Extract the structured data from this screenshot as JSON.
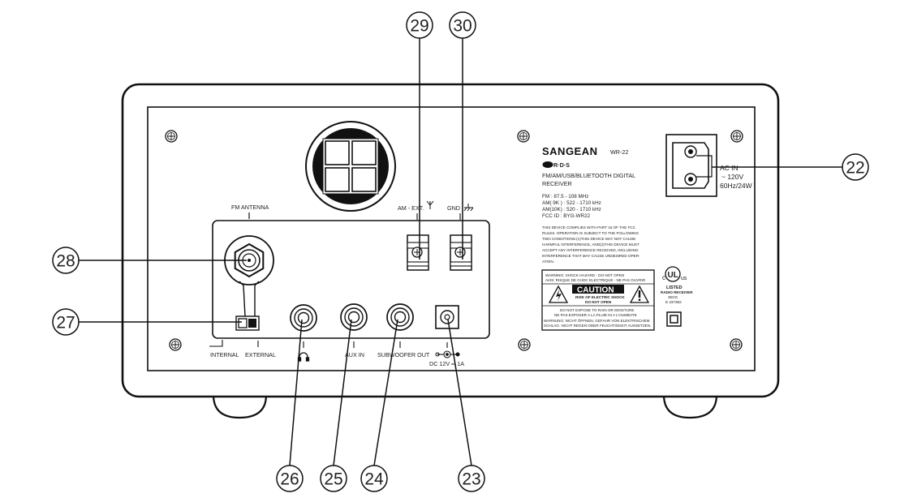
{
  "callouts": {
    "c22": "22",
    "c23": "23",
    "c24": "24",
    "c25": "25",
    "c26": "26",
    "c27": "27",
    "c28": "28",
    "c29": "29",
    "c30": "30"
  },
  "labels": {
    "fm_antenna": "FM ANTENNA",
    "am_ext": "AM - EXT.",
    "gnd": "GND",
    "internal": "INTERNAL",
    "external": "EXTERNAL",
    "aux_in": "AUX IN",
    "subwoofer_out": "SUBWOOFER OUT",
    "dc_rating": "DC 12V ═ 1A"
  },
  "product": {
    "brand": "SANGEAN",
    "model": "WR-22",
    "rds": "R·D·S",
    "description_1": "FM/AM/USB/BLUETOOTH DIGITAL",
    "description_2": "RECEIVER",
    "spec_fm": "FM : 87.5 - 108 MHz",
    "spec_am9": "AM( 9K ) : 522 - 1710 kHz",
    "spec_am10": "AM(10K) : 520 - 1710 kHz",
    "spec_fcc": "FCC ID : BYG-WR22",
    "fcc_1": "THIS DEVICE COMPLIES WITH PART 15 OF THE FCC",
    "fcc_2": "RULES. OPERATION IS SUBJECT TO THE FOLLOWING",
    "fcc_3": "TWO CONDITIONS:(1)THIS DEVICE MAY NOT CAUSE",
    "fcc_4": "HARMFUL INTERFERENCE, AND(2)THIS DEVICE MUST",
    "fcc_5": "ACCEPT ANY INTERFERENCE RECEIVED, INCLUDING",
    "fcc_6": "INTERFERENCE THAT MAY CAUSE UNDESIRED OPER-",
    "fcc_7": "ATION."
  },
  "warning": {
    "line_1": "WARNING: SHOCK HAZARD - DO NOT OPEN",
    "line_2": "AVIS: RISQUE DE CHOC ELECTRIQUE - NE PAS OUVRIR",
    "caution": "CAUTION",
    "risk_1": "RISK OF ELECTRIC SHOCK",
    "risk_2": "DO NOT OPEN",
    "rain_1": "DO NOT EXPOSE TO RAIN OR MOISTURE",
    "rain_2": "NE PAS EXPOSER A LA PLUIE NI A L'HUMIDITE",
    "german_1": "WARNUNG: NICHT ÖFFNEN, GEFAHR VON ELEKTRISCHEM",
    "german_2": "SCHLAG. NICHT REGEN ODER FEUCHTIGKEIT AUSSETZEN."
  },
  "ul": {
    "mark": "UL",
    "c": "c",
    "us": "us",
    "listed": "LISTED",
    "type": "RADIO RECEIVER",
    "code": "35GG",
    "file": "E 237382"
  },
  "ac": {
    "line_1": "AC IN",
    "line_2": "~ 120V",
    "line_3": "60Hz/24W"
  }
}
